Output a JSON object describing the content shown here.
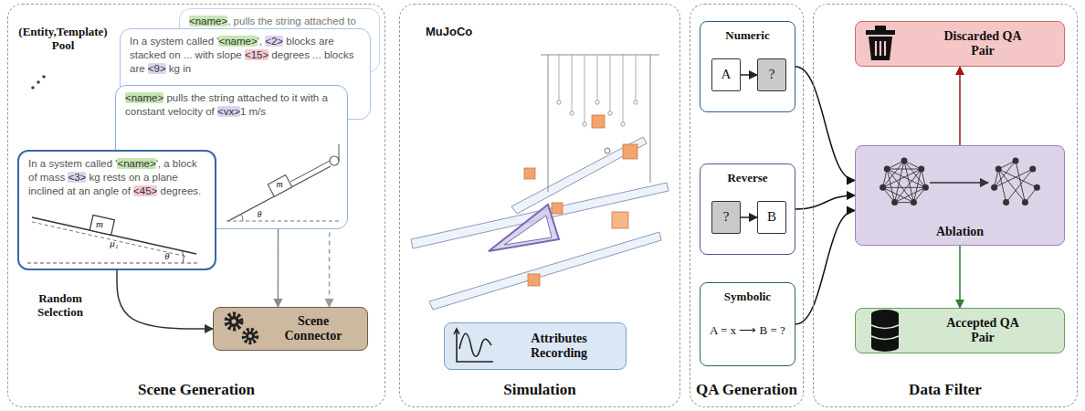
{
  "diagram": {
    "nodes": [
      {
        "text": [
          "Scene Generation"
        ]
      },
      {
        "text": [
          "<name>, pulls the string attached to"
        ],
        "in": 0
      },
      {
        "text": [
          "In a system called '<name>', <2> blocks are stacked on ... with slope <15> degrees ... blocks are <9> kg in"
        ],
        "in": 0
      },
      {
        "text": [
          "<name> pulls the string attached to it with a constant velocity of <vx>1 m/s"
        ],
        "in": 0
      },
      {
        "text": [
          "In a system called '<name>', a block of mass <3> kg rests on a plane inclined at an angle of <45> degrees."
        ],
        "in": 0
      },
      {
        "text": [
          "Scene Connector"
        ],
        "in": 0
      },
      {
        "text": [
          "Simulation"
        ]
      },
      {
        "text": [
          "Attributes Recording"
        ],
        "in": 6
      },
      {
        "text": [
          "QA Generation"
        ]
      },
      {
        "text": [
          "Numeric"
        ],
        "in": 8
      },
      {
        "text": [
          "A"
        ],
        "in": 9
      },
      {
        "text": [
          "?"
        ],
        "in": 9
      },
      {
        "text": [
          "Reverse"
        ],
        "in": 8
      },
      {
        "text": [
          "?"
        ],
        "in": 12
      },
      {
        "text": [
          "B"
        ],
        "in": 12
      },
      {
        "text": [
          "Symbolic",
          "A = x ⟶ B = ?"
        ],
        "in": 8
      },
      {
        "text": [
          "Data Filter"
        ]
      },
      {
        "text": [
          "Discarded QA Pair"
        ],
        "in": 16
      },
      {
        "text": [
          "Ablation"
        ],
        "in": 16
      },
      {
        "text": [
          "Accepted QA Pair"
        ],
        "in": 16
      }
    ],
    "edges": [
      {
        "from": 4,
        "to": 5,
        "arrow": "to"
      },
      {
        "from": 3,
        "to": 5,
        "arrow": "to"
      },
      {
        "from": 2,
        "to": 5,
        "arrow": "to"
      },
      {
        "from": 10,
        "to": 11,
        "arrow": "to"
      },
      {
        "from": 13,
        "to": 14,
        "arrow": "to"
      },
      {
        "from": 9,
        "to": 18,
        "arrow": "to"
      },
      {
        "from": 12,
        "to": 18,
        "arrow": "to"
      },
      {
        "from": 15,
        "to": 18,
        "arrow": "to"
      },
      {
        "from": 18,
        "to": 17,
        "arrow": "to"
      },
      {
        "from": 18,
        "to": 19,
        "arrow": "to"
      }
    ],
    "labels": [
      "(Entity,Template) Pool",
      "Random Selection",
      "m",
      "μ₁",
      "θ",
      "m",
      "θ",
      "MuJoCo"
    ]
  }
}
